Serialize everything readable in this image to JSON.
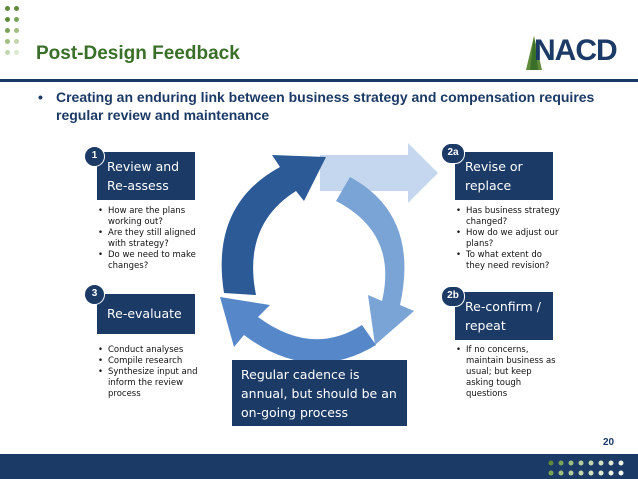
{
  "slide": {
    "title": "Post-Design Feedback",
    "main_bullet": "Creating an enduring link between business strategy and compensation requires regular review and maintenance",
    "bullet_mark": "•",
    "page_number": "20"
  },
  "logo": {
    "text": "NACD",
    "color": "#1b3a66"
  },
  "steps": {
    "s1": {
      "badge": "1",
      "line1": "Review and",
      "line2": "Re-assess",
      "items": [
        "How are the plans working out?",
        "Are they still aligned with strategy?",
        "Do we need to make changes?"
      ]
    },
    "s3": {
      "badge": "3",
      "line1": "Re-evaluate",
      "items": [
        "Conduct analyses",
        "Compile research",
        "Synthesize input and inform the review process"
      ]
    },
    "s2a": {
      "badge": "2a",
      "line1": "Revise or",
      "line2": "replace",
      "items": [
        "Has business strategy changed?",
        "How do we adjust our plans?",
        "To what extent do they need revision?"
      ]
    },
    "s2b": {
      "badge": "2b",
      "line1": "Re-confirm /",
      "line2": "repeat",
      "items": [
        "If no concerns, maintain business as usual; but keep asking tough questions"
      ]
    }
  },
  "cadence": {
    "line1": "Regular cadence is",
    "line2": "annual, but should be an",
    "line3": "on-going process"
  },
  "colors": {
    "navy": "#1b3a66",
    "title_green": "#3a6f29",
    "arrow_dark": "#2c5a97",
    "arrow_mid": "#7aa3d6",
    "arrow_light": "#c5d7ee"
  }
}
